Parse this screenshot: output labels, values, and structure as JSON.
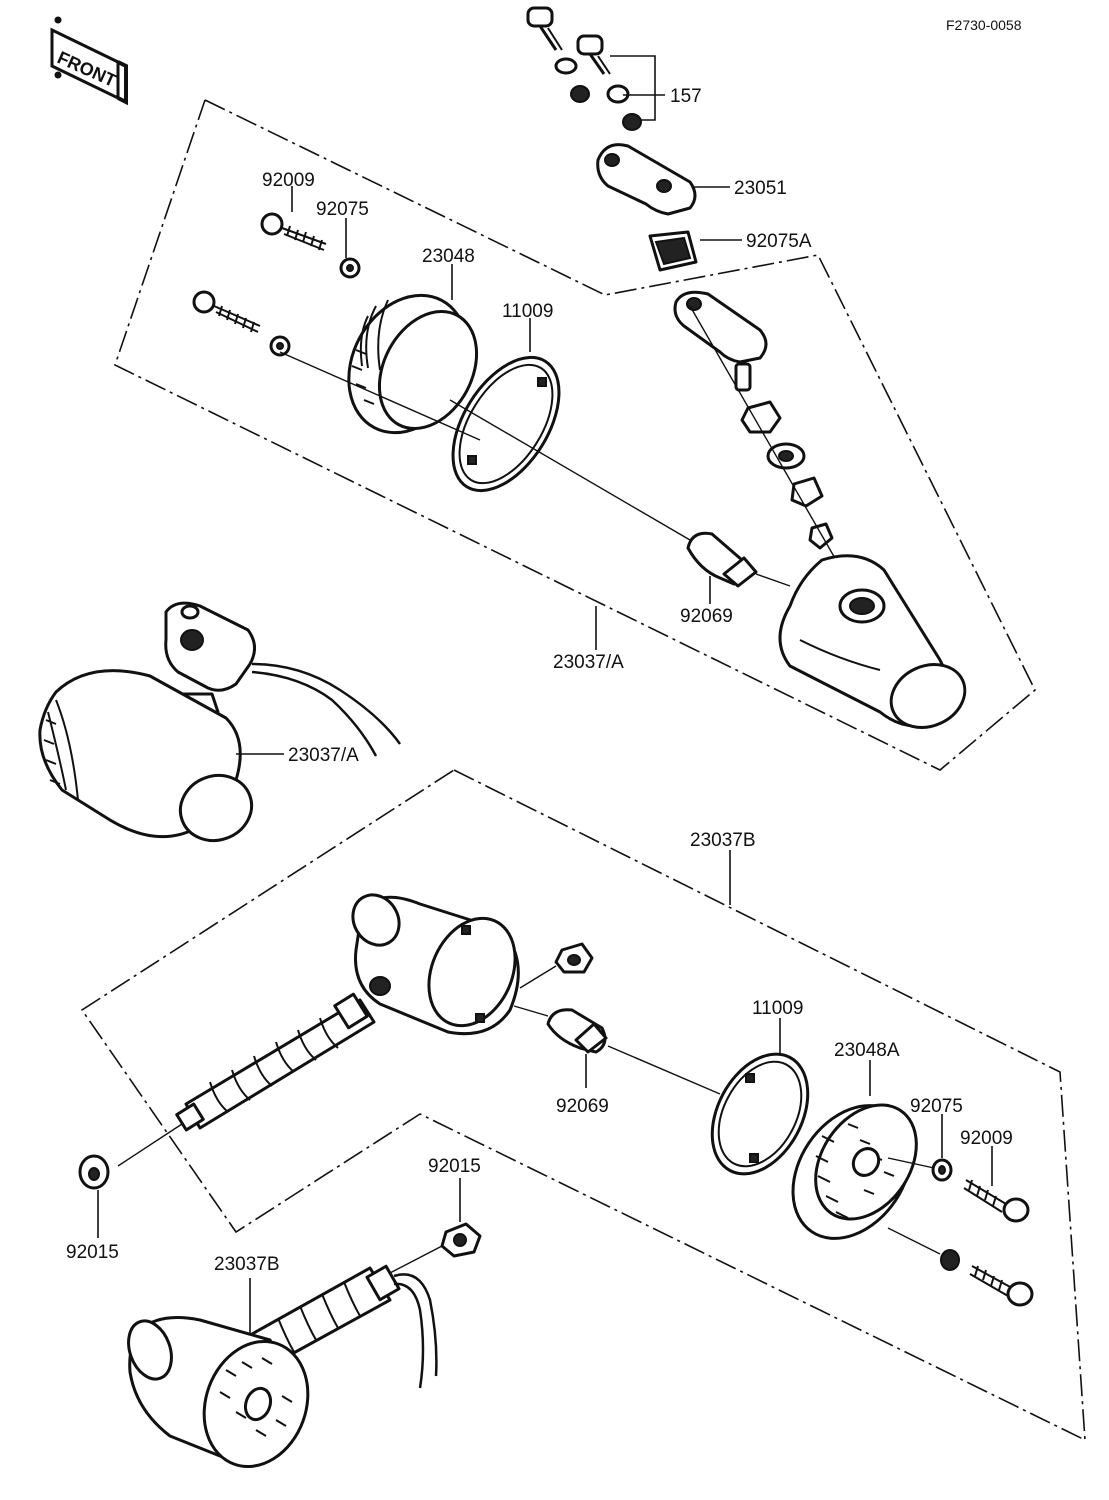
{
  "figure_code": "F2730-0058",
  "front_label": "FRONT",
  "labels": {
    "p157": "157",
    "p23051": "23051",
    "p92075A": "92075A",
    "p92009_top": "92009",
    "p92075_top": "92075",
    "p23048": "23048",
    "p11009_top": "11009",
    "p92069_top": "92069",
    "p23037A_box": "23037/A",
    "p23037A_assembled": "23037/A",
    "p23037B_box": "23037B",
    "p11009_bottom": "11009",
    "p23048A": "23048A",
    "p92075_bottom": "92075",
    "p92009_bottom": "92009",
    "p92069_bottom": "92069",
    "p92015_left": "92015",
    "p92015_mid": "92015",
    "p23037B_assembled": "23037B"
  }
}
